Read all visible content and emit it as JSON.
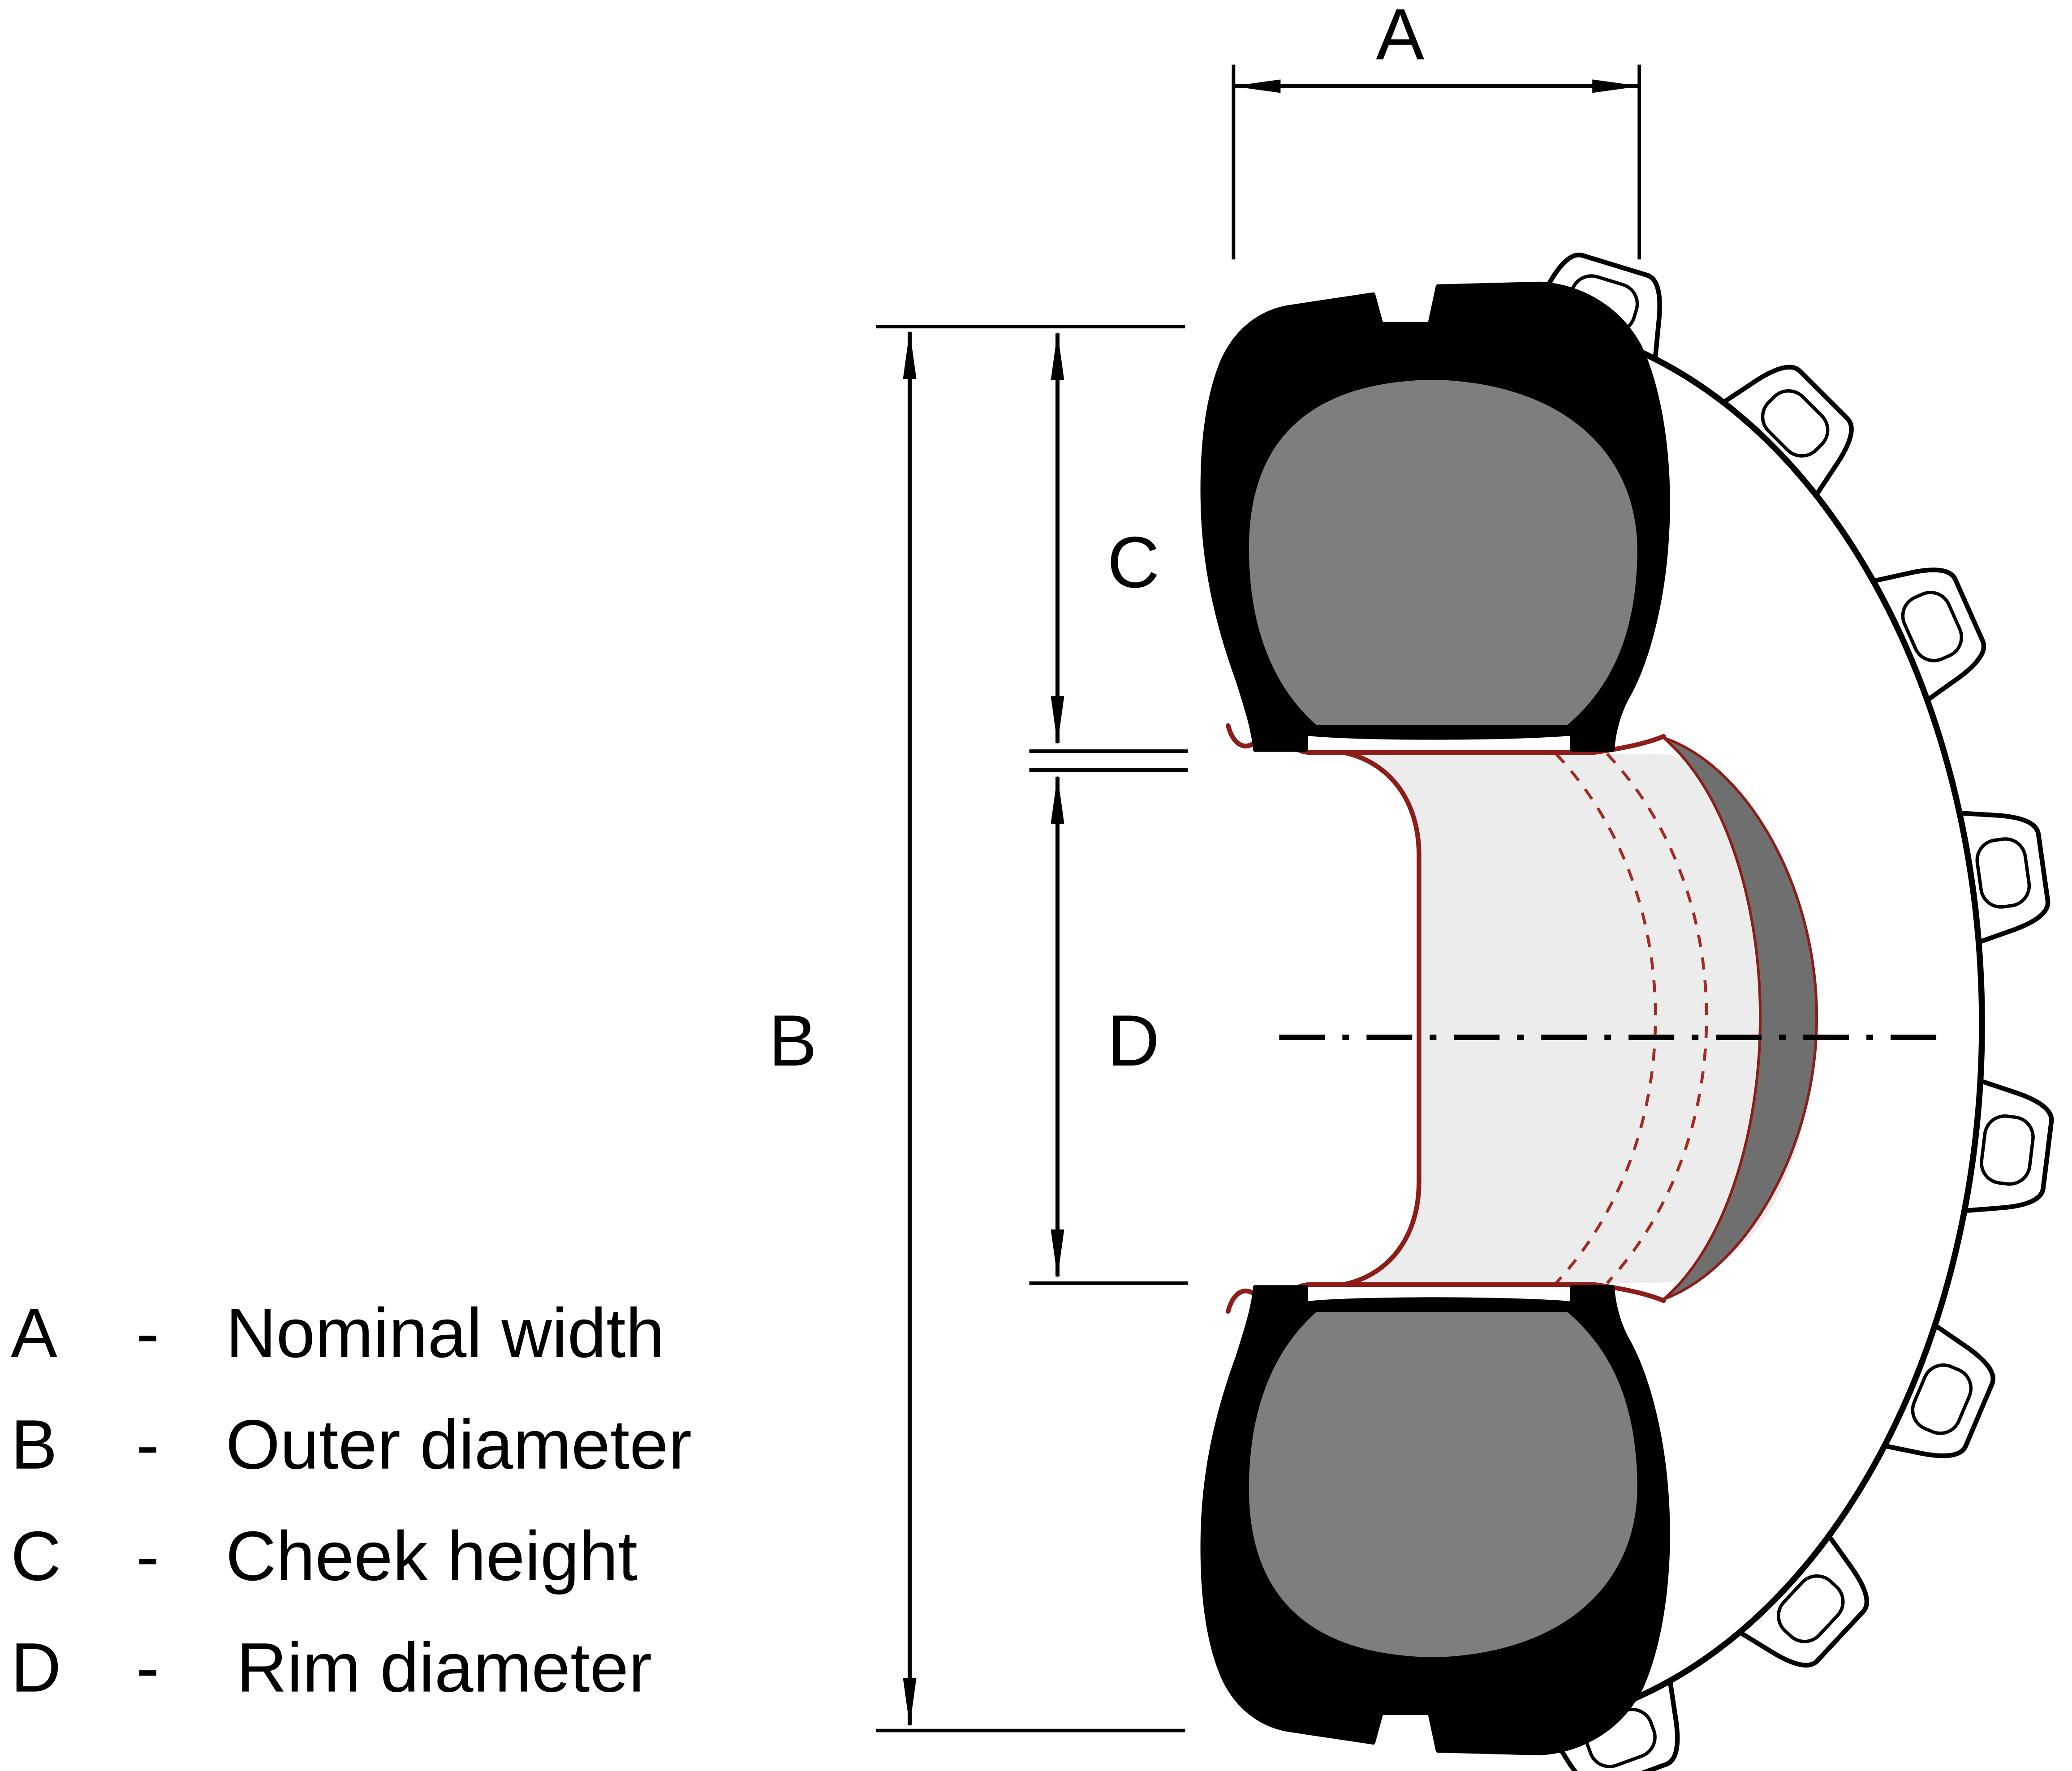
{
  "diagram": {
    "dimension_labels": {
      "a": "A",
      "b": "B",
      "c": "C",
      "d": "D"
    },
    "legend": [
      {
        "letter": "A",
        "separator": "-",
        "label": "Nominal width"
      },
      {
        "letter": "B",
        "separator": "-",
        "label": "Outer diameter"
      },
      {
        "letter": "C",
        "separator": "-",
        "label": "Cheek height"
      },
      {
        "letter": "D",
        "separator": "-",
        "label": "Rim diameter"
      }
    ],
    "colors": {
      "background": "#ffffff",
      "line": "#000000",
      "tire_section_fill": "#000000",
      "tire_rubber_gray": "#7e7e7e",
      "rim_face_light": "#ececec",
      "rim_barrel_dark": "#6f6f6f",
      "rim_outline_red": "#8c1d18"
    }
  }
}
